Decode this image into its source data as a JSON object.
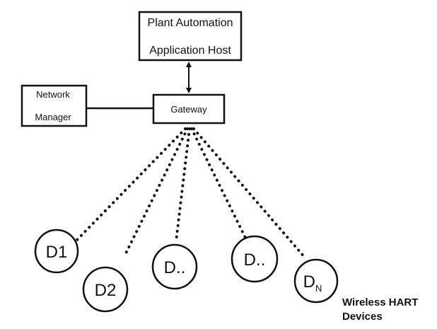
{
  "nodes": {
    "host": {
      "line1": "Plant Automation",
      "line2": "Application Host"
    },
    "network_manager": {
      "line1": "Network",
      "line2": "Manager"
    },
    "gateway": {
      "label": "Gateway"
    }
  },
  "devices": [
    {
      "label": "D1",
      "sub": ""
    },
    {
      "label": "D2",
      "sub": ""
    },
    {
      "label": "D..",
      "sub": ""
    },
    {
      "label": "D..",
      "sub": ""
    },
    {
      "label": "D",
      "sub": "N"
    }
  ],
  "caption": {
    "line1": "Wireless HART",
    "line2": "Devices"
  },
  "colors": {
    "stroke": "#111111",
    "background": "#ffffff"
  }
}
